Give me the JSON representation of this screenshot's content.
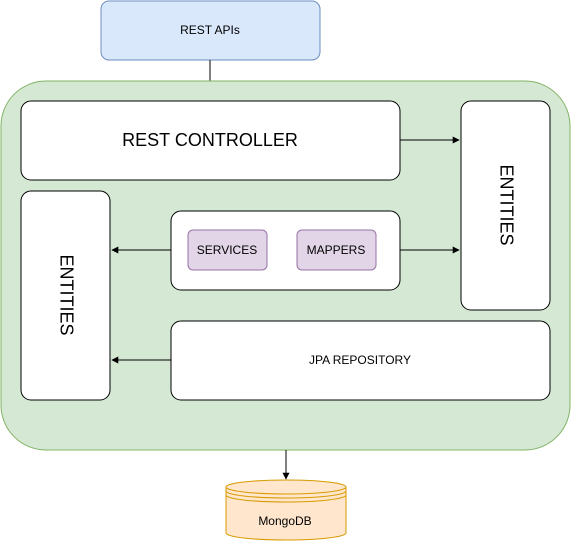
{
  "diagram": {
    "rest_apis": "REST APIs",
    "rest_controller": "REST CONTROLLER",
    "entities_right": "ENTITIES",
    "entities_left": "ENTITIES",
    "services": "SERVICES",
    "mappers": "MAPPERS",
    "jpa_repository": "JPA REPOSITORY",
    "database": "MongoDB"
  },
  "colors": {
    "api_fill": "#dae8fc",
    "api_stroke": "#6c8ebf",
    "container_fill": "#d5e8d4",
    "container_stroke": "#82b366",
    "component_fill": "#e1d5e7",
    "component_stroke": "#9673a6",
    "db_fill": "#ffe6cc",
    "db_stroke": "#d79b00"
  }
}
